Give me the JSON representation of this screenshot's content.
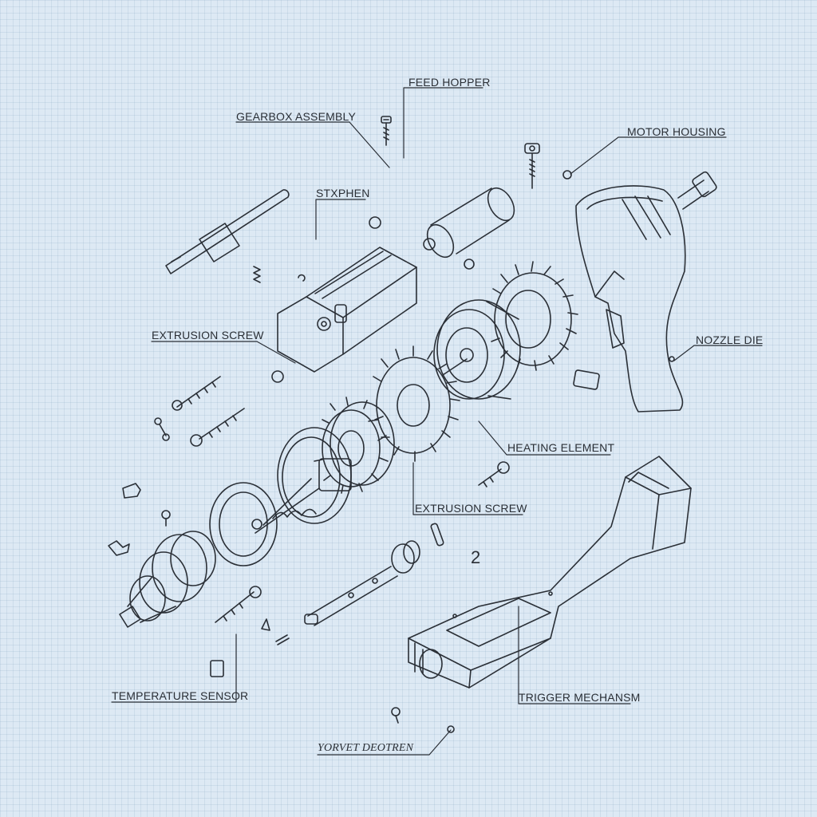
{
  "labels": {
    "feed_hopper": "FEED HOPPER",
    "gearbox_assembly": "GEARBOX ASSEMBLY",
    "motor_housing": "MOTOR HOUSING",
    "stxphen": "STXPHEN",
    "extrusion_screw_1": "EXTRUSION SCREW",
    "nozzle_die": "NOZZLE DIE",
    "heating_element": "HEATING ELEMENT",
    "extrusion_screw_2": "EXTRUSION SCREW",
    "temperature_sensor": "TEMPERATURE SENSOR",
    "trigger_mechanism": "TRIGGER MECHANSM",
    "yorvet_deotren": "YORVET DEOTREN"
  },
  "figure_number": "2",
  "colors": {
    "ink": "#2a2f36",
    "paper": "#dde9f4",
    "grid": "#a9bfd3"
  }
}
